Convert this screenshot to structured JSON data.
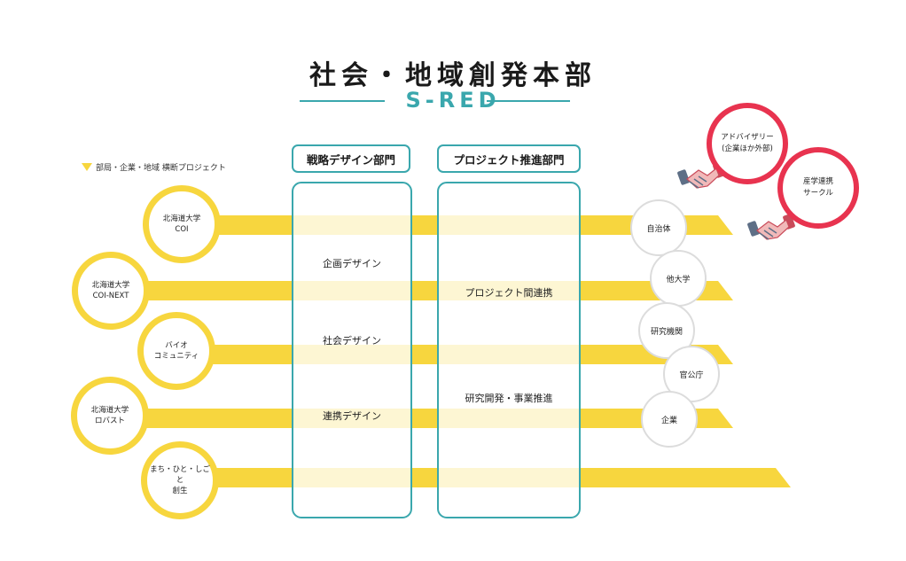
{
  "header": {
    "title": "社会・地域創発本部",
    "subtitle": "S-RED"
  },
  "legend": {
    "label": "部局・企業・地域 横断プロジェクト"
  },
  "departments": [
    {
      "name": "戦略デザイン部門",
      "functions": [
        "企画デザイン",
        "社会デザイン",
        "連携デザイン"
      ]
    },
    {
      "name": "プロジェクト推進部門",
      "functions": [
        "プロジェクト間連携",
        "研究開発・事業推進"
      ]
    }
  ],
  "projects": [
    {
      "line1": "北海道大学",
      "line2": "COI"
    },
    {
      "line1": "北海道大学",
      "line2": "COI-NEXT"
    },
    {
      "line1": "バイオ",
      "line2": "コミュニティ"
    },
    {
      "line1": "北海道大学",
      "line2": "ロバスト"
    },
    {
      "line1": "まち・ひと・しごと",
      "line2": "創生"
    }
  ],
  "partners": [
    "自治体",
    "他大学",
    "研究機関",
    "官公庁",
    "企業"
  ],
  "external": [
    {
      "line1": "アドバイザリー",
      "line2": "(企業ほか外部)"
    },
    {
      "line1": "産学連携",
      "line2": "サークル"
    }
  ],
  "colors": {
    "teal": "#3aa7ad",
    "yellow": "#f7d63e",
    "pale_yellow": "#fdf6d3",
    "red": "#e8334f",
    "partner_border": "#dcdcdc"
  },
  "icons": [
    "triangle-icon",
    "handshake-icon"
  ]
}
